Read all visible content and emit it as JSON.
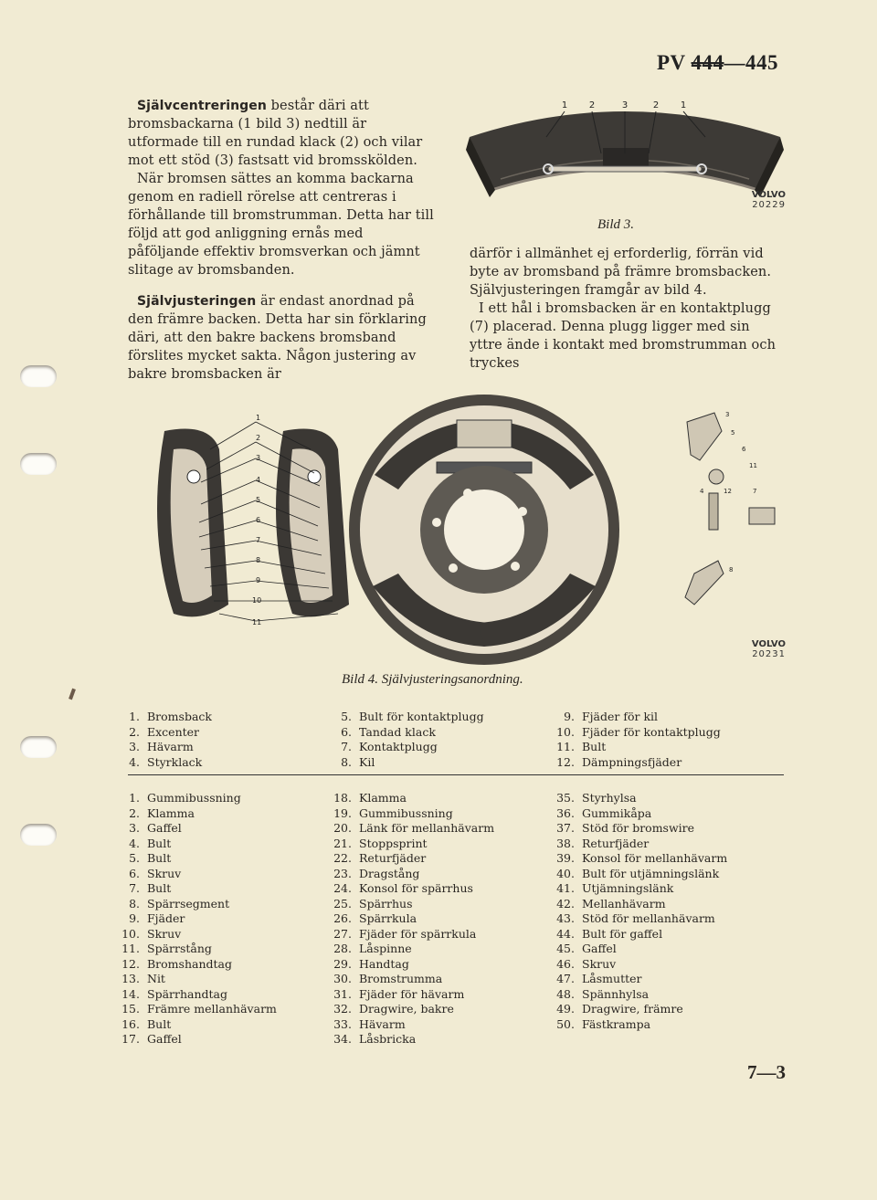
{
  "header": {
    "prefix": "PV ",
    "struck": "444",
    "suffix": "—445"
  },
  "left_column": {
    "p1_head": "Självcentreringen",
    "p1_body": " består däri att bromsbackarna (1 bild 3) nedtill är utformade till en rundad klack (2) och vilar mot ett stöd (3) fastsatt vid bromsskölden.",
    "p2": "När bromsen sättes an komma backarna genom en radiell rörelse att centreras i förhållande till bromstrumman. Detta har till följd att god anliggning ernås med påföljande effektiv bromsverkan och jämnt slitage av bromsbanden.",
    "p3_head": "Självjusteringen",
    "p3_body": " är endast anordnad på den främre backen. Detta har sin förklaring däri, att den bakre backens bromsband förslites mycket sakta. Någon justering av bakre bromsbacken är"
  },
  "right_column": {
    "p1": "därför i allmänhet ej erforderlig, förrän vid byte av bromsband på främre bromsbacken. Självjusteringen framgår av bild 4.",
    "p2": "I ett hål i bromsbacken är en kontaktplugg (7) placerad. Denna plugg ligger med sin yttre ände i kontakt med bromstrumman och tryckes"
  },
  "figure3": {
    "caption": "Bild 3.",
    "brand": "VOLVO",
    "number": "20229",
    "callouts": [
      "1",
      "2",
      "3",
      "2",
      "1"
    ]
  },
  "figure4": {
    "caption": "Bild 4.  Självjusteringsanordning.",
    "brand": "VOLVO",
    "number": "20231",
    "left_callouts": [
      "1",
      "2",
      "3",
      "4",
      "5",
      "6",
      "7",
      "8",
      "9",
      "10",
      "11"
    ],
    "center_callout": "12",
    "right_callouts": [
      "3",
      "5",
      "6",
      "11",
      "4",
      "12",
      "7",
      "8"
    ]
  },
  "legend_fig4": [
    [
      {
        "n": "1.",
        "t": "Bromsback"
      },
      {
        "n": "2.",
        "t": "Excenter"
      },
      {
        "n": "3.",
        "t": "Hävarm"
      },
      {
        "n": "4.",
        "t": "Styrklack"
      }
    ],
    [
      {
        "n": "5.",
        "t": "Bult för kontaktplugg"
      },
      {
        "n": "6.",
        "t": "Tandad klack"
      },
      {
        "n": "7.",
        "t": "Kontaktplugg"
      },
      {
        "n": "8.",
        "t": "Kil"
      }
    ],
    [
      {
        "n": "9.",
        "t": "Fjäder för kil"
      },
      {
        "n": "10.",
        "t": "Fjäder för kontaktplugg"
      },
      {
        "n": "11.",
        "t": "Bult"
      },
      {
        "n": "12.",
        "t": "Dämpningsfjäder"
      }
    ]
  ],
  "parts_list": [
    [
      {
        "n": "1.",
        "t": "Gummibussning"
      },
      {
        "n": "2.",
        "t": "Klamma"
      },
      {
        "n": "3.",
        "t": "Gaffel"
      },
      {
        "n": "4.",
        "t": "Bult"
      },
      {
        "n": "5.",
        "t": "Bult"
      },
      {
        "n": "6.",
        "t": "Skruv"
      },
      {
        "n": "7.",
        "t": "Bult"
      },
      {
        "n": "8.",
        "t": "Spärrsegment"
      },
      {
        "n": "9.",
        "t": "Fjäder"
      },
      {
        "n": "10.",
        "t": "Skruv"
      },
      {
        "n": "11.",
        "t": "Spärrstång"
      },
      {
        "n": "12.",
        "t": "Bromshandtag"
      },
      {
        "n": "13.",
        "t": "Nit"
      },
      {
        "n": "14.",
        "t": "Spärrhandtag"
      },
      {
        "n": "15.",
        "t": "Främre mellanhävarm"
      },
      {
        "n": "16.",
        "t": "Bult"
      },
      {
        "n": "17.",
        "t": "Gaffel"
      }
    ],
    [
      {
        "n": "18.",
        "t": "Klamma"
      },
      {
        "n": "19.",
        "t": "Gummibussning"
      },
      {
        "n": "20.",
        "t": "Länk för mellanhävarm"
      },
      {
        "n": "21.",
        "t": "Stoppsprint"
      },
      {
        "n": "22.",
        "t": "Returfjäder"
      },
      {
        "n": "23.",
        "t": "Dragstång"
      },
      {
        "n": "24.",
        "t": "Konsol för spärrhus"
      },
      {
        "n": "25.",
        "t": "Spärrhus"
      },
      {
        "n": "26.",
        "t": "Spärrkula"
      },
      {
        "n": "27.",
        "t": "Fjäder för spärrkula"
      },
      {
        "n": "28.",
        "t": "Låspinne"
      },
      {
        "n": "29.",
        "t": "Handtag"
      },
      {
        "n": "30.",
        "t": "Bromstrumma"
      },
      {
        "n": "31.",
        "t": "Fjäder för hävarm"
      },
      {
        "n": "32.",
        "t": "Dragwire, bakre"
      },
      {
        "n": "33.",
        "t": "Hävarm"
      },
      {
        "n": "34.",
        "t": "Låsbricka"
      }
    ],
    [
      {
        "n": "35.",
        "t": "Styrhylsa"
      },
      {
        "n": "36.",
        "t": "Gummikåpa"
      },
      {
        "n": "37.",
        "t": "Stöd för bromswire"
      },
      {
        "n": "38.",
        "t": "Returfjäder"
      },
      {
        "n": "39.",
        "t": "Konsol för mellanhävarm"
      },
      {
        "n": "40.",
        "t": "Bult för utjämningslänk"
      },
      {
        "n": "41.",
        "t": "Utjämningslänk"
      },
      {
        "n": "42.",
        "t": "Mellanhävarm"
      },
      {
        "n": "43.",
        "t": "Stöd för mellanhävarm"
      },
      {
        "n": "44.",
        "t": "Bult för gaffel"
      },
      {
        "n": "45.",
        "t": "Gaffel"
      },
      {
        "n": "46.",
        "t": "Skruv"
      },
      {
        "n": "47.",
        "t": "Låsmutter"
      },
      {
        "n": "48.",
        "t": "Spännhylsa"
      },
      {
        "n": "49.",
        "t": "Dragwire, främre"
      },
      {
        "n": "50.",
        "t": "Fästkrampa"
      }
    ]
  ],
  "page_number": "7—3"
}
